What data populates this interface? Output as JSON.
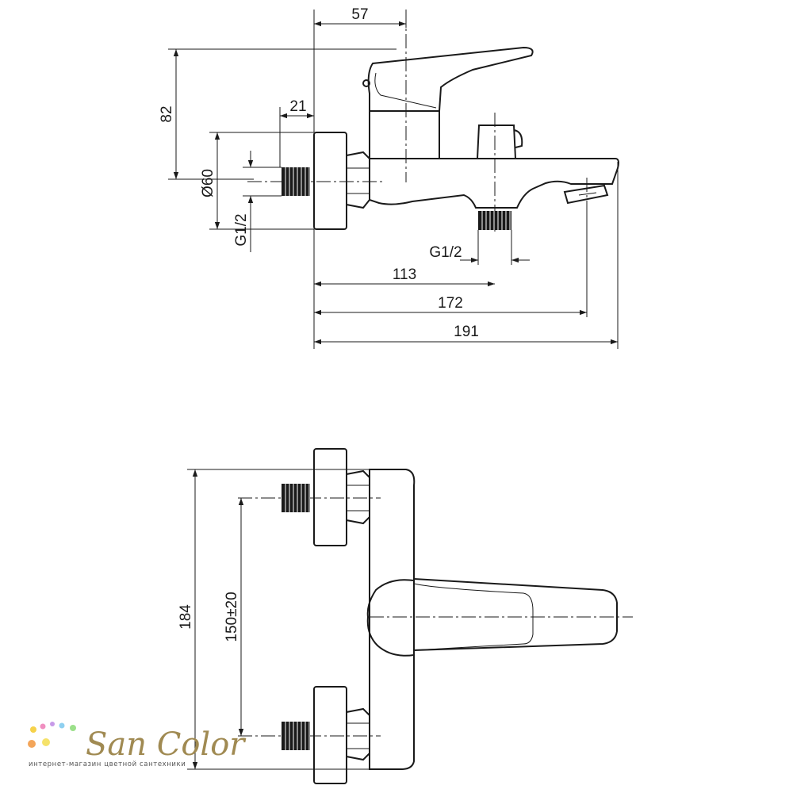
{
  "dimensions": {
    "d57": "57",
    "d82": "82",
    "d21": "21",
    "dia60": "Ø60",
    "g12_left": "G1/2",
    "g12_bottom": "G1/2",
    "d113": "113",
    "d172": "172",
    "d191": "191",
    "d184": "184",
    "d150": "150±20"
  },
  "logo": {
    "name": "San Color",
    "tagline": "интернет-магазин цветной сантехники",
    "dot_colors": [
      "#f6d24a",
      "#f08fc0",
      "#c79ae8",
      "#8fd0f0",
      "#9be08a",
      "#f3a55a",
      "#f5e26a"
    ]
  }
}
